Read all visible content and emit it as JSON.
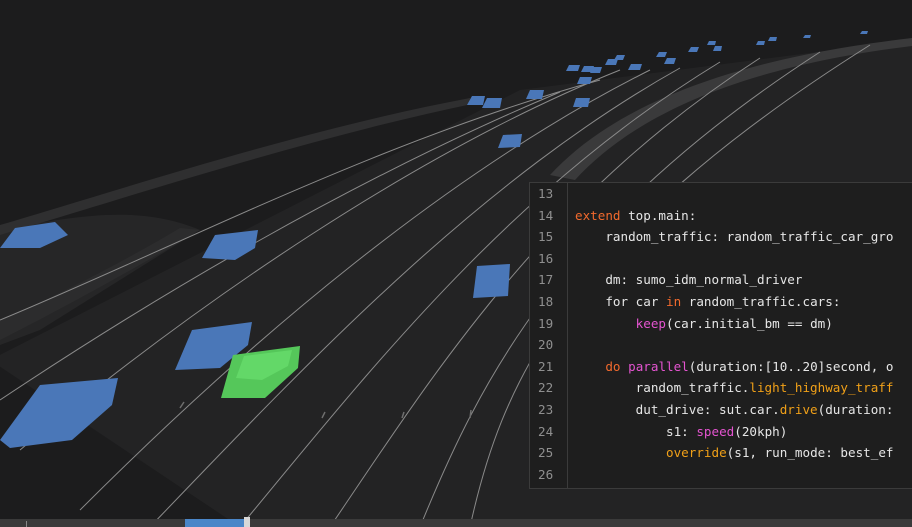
{
  "colors": {
    "background": "#1c1c1d",
    "road_marking": "#8a8a8a",
    "traffic_car": "#4a77b8",
    "ego_car": "#55c75a",
    "code_bg": "#1e1e1e",
    "keyword": "#f26a2d",
    "function": "#e454d0",
    "method": "#f0a018",
    "text": "#e6e6e6"
  },
  "code": {
    "lines": [
      {
        "num": "13",
        "parts": []
      },
      {
        "num": "14",
        "parts": [
          {
            "t": "kw",
            "v": "extend"
          },
          {
            "t": "",
            "v": " top.main:"
          }
        ]
      },
      {
        "num": "15",
        "parts": [
          {
            "t": "",
            "v": "    random_traffic: random_traffic_car_gro"
          }
        ]
      },
      {
        "num": "16",
        "parts": []
      },
      {
        "num": "17",
        "parts": [
          {
            "t": "",
            "v": "    dm: sumo_idm_normal_driver"
          }
        ]
      },
      {
        "num": "18",
        "parts": [
          {
            "t": "",
            "v": "    for car "
          },
          {
            "t": "kw",
            "v": "in"
          },
          {
            "t": "",
            "v": " random_traffic.cars:"
          }
        ]
      },
      {
        "num": "19",
        "parts": [
          {
            "t": "",
            "v": "        "
          },
          {
            "t": "fn",
            "v": "keep"
          },
          {
            "t": "",
            "v": "(car.initial_bm == dm)"
          }
        ]
      },
      {
        "num": "20",
        "parts": []
      },
      {
        "num": "21",
        "parts": [
          {
            "t": "",
            "v": "    "
          },
          {
            "t": "kw",
            "v": "do"
          },
          {
            "t": "",
            "v": " "
          },
          {
            "t": "fn",
            "v": "parallel"
          },
          {
            "t": "",
            "v": "(duration:[10..20]second, o"
          }
        ]
      },
      {
        "num": "22",
        "parts": [
          {
            "t": "",
            "v": "        random_traffic."
          },
          {
            "t": "mt",
            "v": "light_highway_traff"
          }
        ]
      },
      {
        "num": "23",
        "parts": [
          {
            "t": "",
            "v": "        dut_drive: sut.car."
          },
          {
            "t": "mt",
            "v": "drive"
          },
          {
            "t": "",
            "v": "(duration:"
          }
        ]
      },
      {
        "num": "24",
        "parts": [
          {
            "t": "",
            "v": "            s1: "
          },
          {
            "t": "fn",
            "v": "speed"
          },
          {
            "t": "",
            "v": "(20kph)"
          }
        ]
      },
      {
        "num": "25",
        "parts": [
          {
            "t": "",
            "v": "            "
          },
          {
            "t": "mt",
            "v": "override"
          },
          {
            "t": "",
            "v": "(s1, run_mode: best_ef"
          }
        ]
      },
      {
        "num": "26",
        "parts": []
      }
    ]
  },
  "timeline": {
    "progress": 0.27
  },
  "scene": {
    "traffic_cars": 26,
    "ego_cars": 1
  }
}
